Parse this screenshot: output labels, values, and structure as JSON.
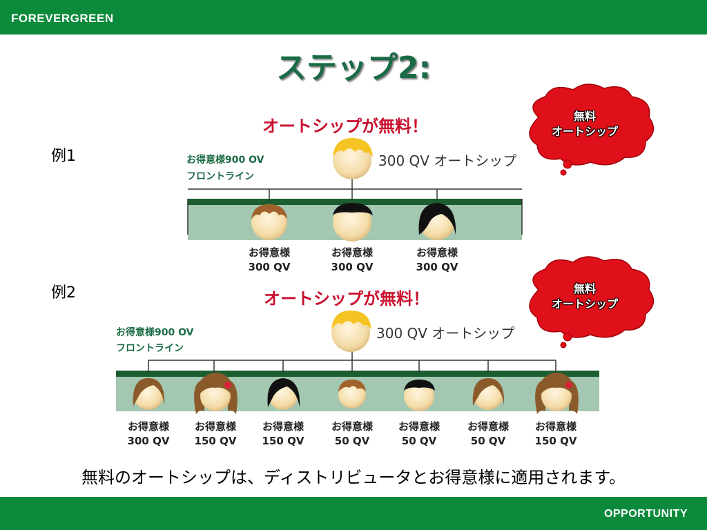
{
  "header": {
    "brand": "FOREVERGREEN"
  },
  "footer": {
    "label": "OPPORTUNITY"
  },
  "slide": {
    "title": "ステップ2:",
    "bottom_text": "無料のオートシップは、ディストリビュータとお得意様に適用されます。"
  },
  "example1": {
    "label": "例1",
    "heading": "オートシップが無料！",
    "front_line_volume": "お得意様900 OV",
    "front_line_label": "フロントライン",
    "sponsor_text": "300 QV オートシップ",
    "bubble": {
      "line1": "無料",
      "line2": "オートシップ"
    },
    "customers": [
      {
        "name": "お得意様",
        "qv": "300 QV"
      },
      {
        "name": "お得意様",
        "qv": "300 QV"
      },
      {
        "name": "お得意様",
        "qv": "300 QV"
      }
    ]
  },
  "example2": {
    "label": "例2",
    "heading": "オートシップが無料！",
    "front_line_volume": "お得意様900 OV",
    "front_line_label": "フロントライン",
    "sponsor_text": "300 QV オートシップ",
    "bubble": {
      "line1": "無料",
      "line2": "オートシップ"
    },
    "customers": [
      {
        "name": "お得意様",
        "qv": "300 QV"
      },
      {
        "name": "お得意様",
        "qv": "150 QV"
      },
      {
        "name": "お得意様",
        "qv": "150 QV"
      },
      {
        "name": "お得意様",
        "qv": "50 QV"
      },
      {
        "name": "お得意様",
        "qv": "50 QV"
      },
      {
        "name": "お得意様",
        "qv": "50 QV"
      },
      {
        "name": "お得意様",
        "qv": "150 QV"
      }
    ]
  },
  "colors": {
    "brand_green": "#0c8a3c",
    "title_green": "#1a6b45",
    "heading_red": "#c8102e",
    "band_green": "#a3c7b0",
    "band_top": "#1b5e30",
    "bubble_red": "#e0101a"
  }
}
